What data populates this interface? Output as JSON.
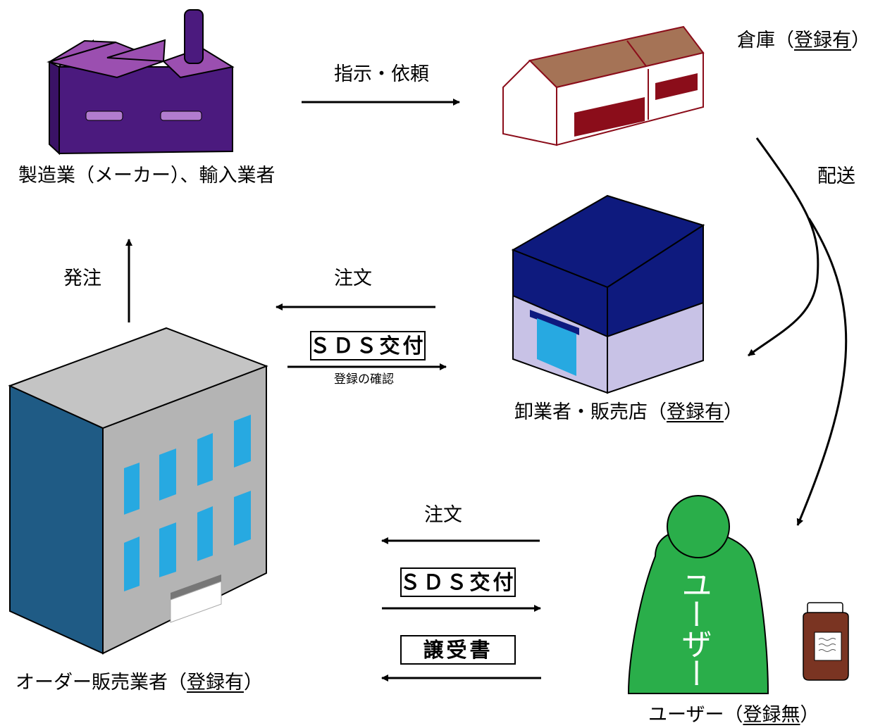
{
  "nodes": {
    "maker": {
      "label": "製造業（メーカー）、輸入業者"
    },
    "warehouse": {
      "label_prefix": "倉庫（",
      "label_registered": "登録有",
      "label_suffix": "）"
    },
    "wholesaler": {
      "label_prefix": "卸業者・販売店（",
      "label_registered": "登録有",
      "label_suffix": "）"
    },
    "order_seller": {
      "label_prefix": "オーダー販売業者（",
      "label_registered": "登録有",
      "label_suffix": "）"
    },
    "user": {
      "label_prefix": "ユーザー（",
      "label_registered": "登録無",
      "label_suffix": "）",
      "figure_text": "ユーザー"
    }
  },
  "flows": {
    "instruction": "指示・依頼",
    "delivery": "配送",
    "place_order": "発注",
    "order_top": "注文",
    "sds_top": "ＳＤＳ交付",
    "registration_check": "登録の確認",
    "order_bottom": "注文",
    "sds_bottom": "ＳＤＳ交付",
    "transfer_document": "譲受書"
  },
  "colors": {
    "factory": "#4b1a7e",
    "factory_roof": "#9b4fb0",
    "warehouse_roof": "#a57356",
    "warehouse_door": "#8b0d1a",
    "store_roof": "#0e1a7e",
    "store_wall": "#c8c2e6",
    "store_door": "#27a9e1",
    "building_side": "#1f5b85",
    "building_front": "#b4b4b4",
    "window": "#27a9e1",
    "user": "#2aae4a",
    "bottle": "#7a3422"
  }
}
